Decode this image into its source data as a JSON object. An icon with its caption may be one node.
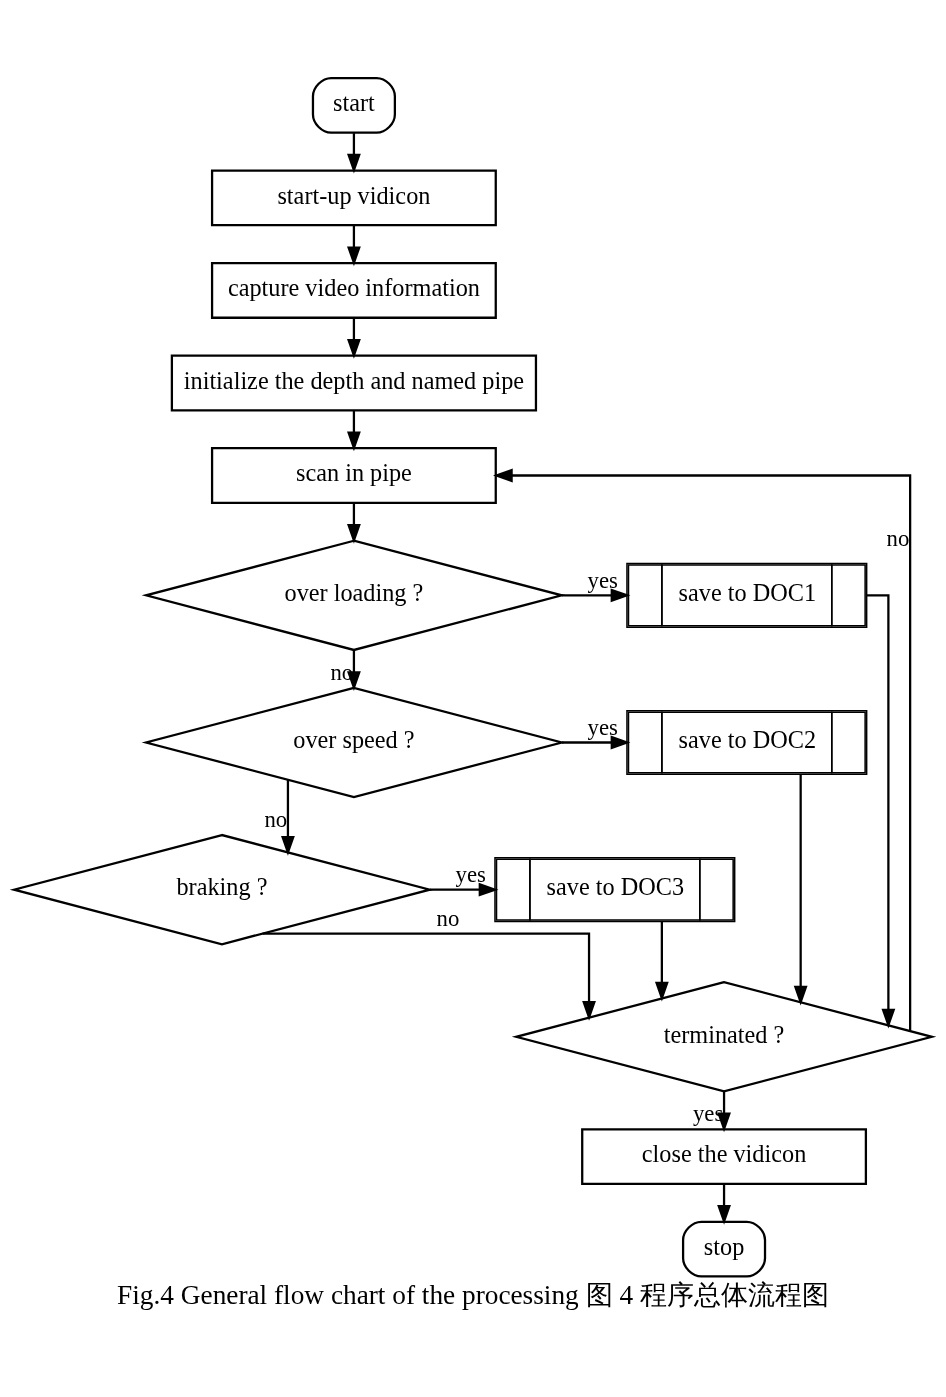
{
  "diagram": {
    "caption": "Fig.4 General flow chart of the processing 图 4 程序总体流程图",
    "nodes": [
      {
        "text": [
          "start"
        ]
      },
      {
        "text": [
          "start-up vidicon"
        ]
      },
      {
        "text": [
          "capture video information"
        ]
      },
      {
        "text": [
          "initialize the depth and named pipe"
        ]
      },
      {
        "text": [
          "scan in pipe"
        ]
      },
      {
        "text": [
          "over loading ?"
        ]
      },
      {
        "text": [
          "save to DOC1"
        ]
      },
      {
        "text": [
          "over speed ?"
        ]
      },
      {
        "text": [
          "save to DOC2"
        ]
      },
      {
        "text": [
          "braking ?"
        ]
      },
      {
        "text": [
          "save to DOC3"
        ]
      },
      {
        "text": [
          "terminated ?"
        ]
      },
      {
        "text": [
          "close the vidicon"
        ]
      },
      {
        "text": [
          "stop"
        ]
      }
    ],
    "edges": [
      {
        "from": 0,
        "to": 1,
        "arrow": "to"
      },
      {
        "from": 1,
        "to": 2,
        "arrow": "to"
      },
      {
        "from": 2,
        "to": 3,
        "arrow": "to"
      },
      {
        "from": 3,
        "to": 4,
        "arrow": "to"
      },
      {
        "from": 4,
        "to": 5,
        "arrow": "to"
      },
      {
        "from": 5,
        "to": 6,
        "arrow": "to",
        "label": "yes"
      },
      {
        "from": 5,
        "to": 7,
        "arrow": "to",
        "label": "no"
      },
      {
        "from": 7,
        "to": 8,
        "arrow": "to",
        "label": "yes"
      },
      {
        "from": 7,
        "to": 9,
        "arrow": "to",
        "label": "no"
      },
      {
        "from": 9,
        "to": 10,
        "arrow": "to",
        "label": "yes"
      },
      {
        "from": 9,
        "to": 11,
        "arrow": "to",
        "label": "no"
      },
      {
        "from": 6,
        "to": 11,
        "arrow": "to"
      },
      {
        "from": 8,
        "to": 11,
        "arrow": "to"
      },
      {
        "from": 10,
        "to": 11,
        "arrow": "to"
      },
      {
        "from": 11,
        "to": 4,
        "arrow": "to",
        "label": "no"
      },
      {
        "from": 11,
        "to": 12,
        "arrow": "to",
        "label": "yes"
      },
      {
        "from": 12,
        "to": 13,
        "arrow": "to"
      }
    ]
  }
}
